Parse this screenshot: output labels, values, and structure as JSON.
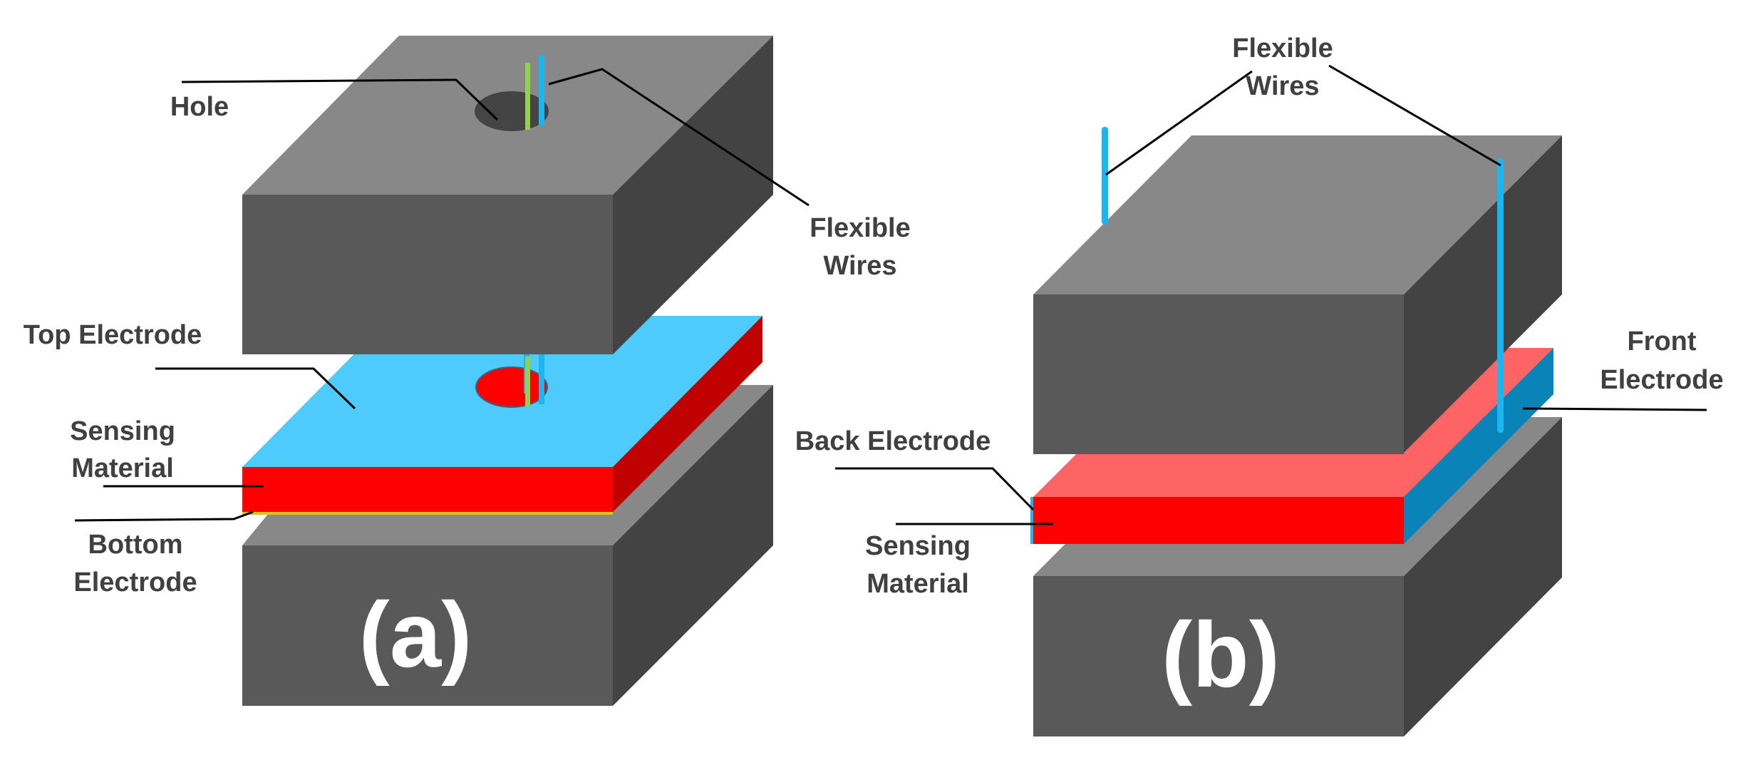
{
  "panel_a": {
    "panel_label": "(a)",
    "labels": {
      "hole": "Hole",
      "flexible_wires_1": "Flexible",
      "flexible_wires_2": "Wires",
      "top_electrode": "Top Electrode",
      "sensing_material_1": "Sensing",
      "sensing_material_2": "Material",
      "bottom_electrode_1": "Bottom",
      "bottom_electrode_2": "Electrode"
    }
  },
  "panel_b": {
    "panel_label": "(b)",
    "labels": {
      "flexible_wires_1": "Flexible",
      "flexible_wires_2": "Wires",
      "front_electrode_1": "Front",
      "front_electrode_2": "Electrode",
      "back_electrode": "Back Electrode",
      "sensing_material_1": "Sensing",
      "sensing_material_2": "Material"
    }
  },
  "colors": {
    "block_top": "#888888",
    "block_front": "#595959",
    "block_side": "#434343",
    "electrode_blue": "#4ecbfa",
    "electrode_dark_blue": "#0a84b8",
    "sensing_red": "#ff0000",
    "sensing_side_red": "#c00000",
    "sensing_top_pink": "#ff6464",
    "wire_blue": "#1ab6f0",
    "wire_green": "#92d050",
    "bottom_electrode_yellow": "#e0c020"
  }
}
